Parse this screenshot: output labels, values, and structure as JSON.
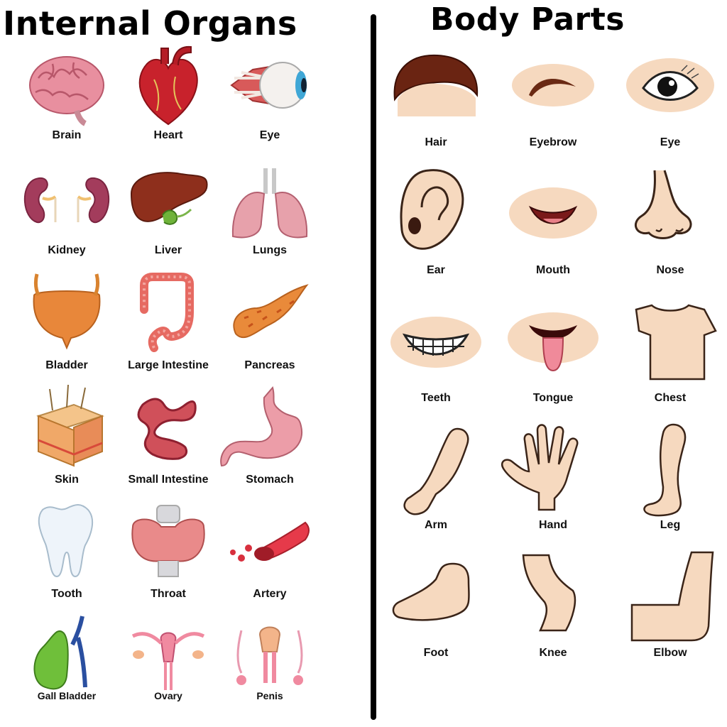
{
  "titles": {
    "left": "Internal Organs",
    "right": "Body Parts"
  },
  "internal_organs": [
    {
      "label": "Brain",
      "icon": "brain-icon"
    },
    {
      "label": "Heart",
      "icon": "heart-icon"
    },
    {
      "label": "Eye",
      "icon": "eyeball-icon"
    },
    {
      "label": "Kidney",
      "icon": "kidney-icon"
    },
    {
      "label": "Liver",
      "icon": "liver-icon"
    },
    {
      "label": "Lungs",
      "icon": "lungs-icon"
    },
    {
      "label": "Bladder",
      "icon": "bladder-icon"
    },
    {
      "label": "Large Intestine",
      "icon": "large-intestine-icon"
    },
    {
      "label": "Pancreas",
      "icon": "pancreas-icon"
    },
    {
      "label": "Skin",
      "icon": "skin-icon"
    },
    {
      "label": "Small Intestine",
      "icon": "small-intestine-icon"
    },
    {
      "label": "Stomach",
      "icon": "stomach-icon"
    },
    {
      "label": "Tooth",
      "icon": "tooth-icon"
    },
    {
      "label": "Throat",
      "icon": "throat-icon"
    },
    {
      "label": "Artery",
      "icon": "artery-icon"
    },
    {
      "label": "Gall Bladder",
      "icon": "gall-bladder-icon"
    },
    {
      "label": "Ovary",
      "icon": "ovary-icon"
    },
    {
      "label": "Penis",
      "icon": "male-reproductive-icon"
    }
  ],
  "body_parts": [
    {
      "label": "Hair",
      "icon": "hair-icon"
    },
    {
      "label": "Eyebrow",
      "icon": "eyebrow-icon"
    },
    {
      "label": "Eye",
      "icon": "eye-icon"
    },
    {
      "label": "Ear",
      "icon": "ear-icon"
    },
    {
      "label": "Mouth",
      "icon": "mouth-icon"
    },
    {
      "label": "Nose",
      "icon": "nose-icon"
    },
    {
      "label": "Teeth",
      "icon": "teeth-icon"
    },
    {
      "label": "Tongue",
      "icon": "tongue-icon"
    },
    {
      "label": "Chest",
      "icon": "chest-icon"
    },
    {
      "label": "Arm",
      "icon": "arm-icon"
    },
    {
      "label": "Hand",
      "icon": "hand-icon"
    },
    {
      "label": "Leg",
      "icon": "leg-icon"
    },
    {
      "label": "Foot",
      "icon": "foot-icon"
    },
    {
      "label": "Knee",
      "icon": "knee-icon"
    },
    {
      "label": "Elbow",
      "icon": "elbow-icon"
    }
  ],
  "colors": {
    "skin": "#f6d9bf",
    "skin_outline": "#3a2418",
    "organ_red": "#c8222c",
    "organ_pink": "#e8879a",
    "hair_brown": "#6a2412"
  }
}
